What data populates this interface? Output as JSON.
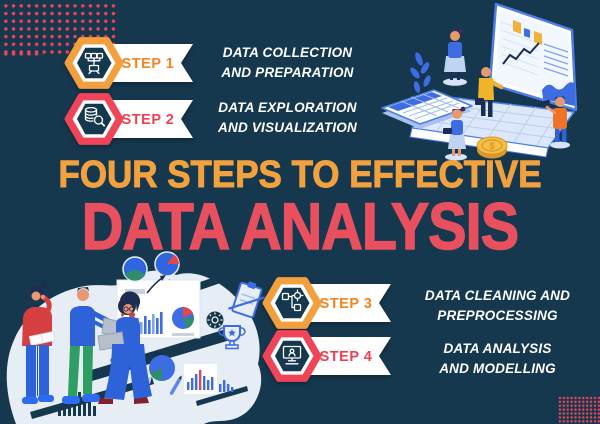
{
  "page": {
    "title_line1": "FOUR STEPS TO EFFECTIVE",
    "title_line2": "DATA ANALYSIS"
  },
  "steps": [
    {
      "label": "STEP 1",
      "icon": "data-collection-icon",
      "ring_color": "#F2A03D",
      "label_color": "#F5831F",
      "desc_line1": "DATA COLLECTION",
      "desc_line2": "AND PREPARATION"
    },
    {
      "label": "STEP 2",
      "icon": "data-exploration-icon",
      "ring_color": "#F04458",
      "label_color": "#EF4053",
      "desc_line1": "DATA EXPLORATION",
      "desc_line2": "AND VISUALIZATION"
    },
    {
      "label": "STEP 3",
      "icon": "data-cleaning-icon",
      "ring_color": "#F2A03D",
      "label_color": "#F5831F",
      "desc_line1": "DATA CLEANING AND",
      "desc_line2": "PREPROCESSING"
    },
    {
      "label": "STEP 4",
      "icon": "data-modelling-icon",
      "ring_color": "#F04458",
      "label_color": "#EF4053",
      "desc_line1": "DATA ANALYSIS",
      "desc_line2": "AND MODELLING"
    }
  ],
  "colors": {
    "background": "#16384E",
    "title_orange": "#F2A13F",
    "title_pink": "#E8505F",
    "dot_red": "#EF4356",
    "ribbon_white": "#FFFFFF",
    "illustration_blue": "#3D6CE3",
    "illustration_gold": "#F2B03C"
  },
  "illustrations": {
    "top_right": "people-analyzing-charts-on-giant-laptop",
    "bottom_left": "team-reviewing-whiteboard-charts"
  }
}
